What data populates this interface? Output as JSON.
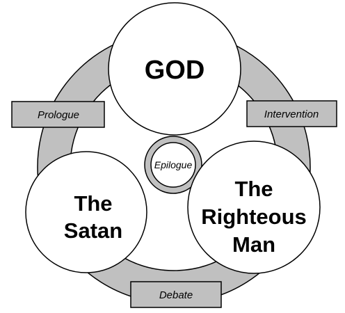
{
  "diagram": {
    "nodes": {
      "god": {
        "label": "GOD"
      },
      "satan": {
        "line1": "The",
        "line2": "Satan"
      },
      "righteous_man": {
        "line1": "The",
        "line2": "Righteous",
        "line3": "Man"
      }
    },
    "stages": {
      "prologue": "Prologue",
      "intervention": "Intervention",
      "debate": "Debate",
      "epilogue": "Epilogue"
    },
    "colors": {
      "ring_fill": "#c0c0c0",
      "circle_fill": "#ffffff",
      "stroke": "#000000",
      "label_box_fill": "#c0c0c0"
    }
  }
}
